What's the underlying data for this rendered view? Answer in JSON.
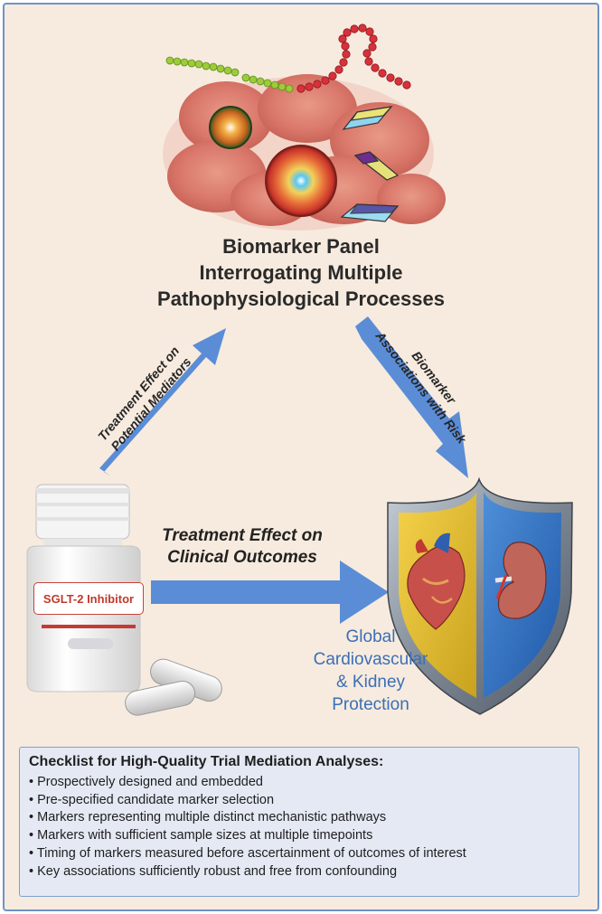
{
  "panel": {
    "title_lines": [
      "Biomarker Panel",
      "Interrogating Multiple",
      "Pathophysiological Processes"
    ]
  },
  "arrows": {
    "left_lines": [
      "Treatment Effect on",
      "Potential Mediators"
    ],
    "right_lines": [
      "Biomarker",
      "Associations with Risk"
    ],
    "center_lines": [
      "Treatment Effect on",
      "Clinical Outcomes"
    ]
  },
  "drug": {
    "label": "SGLT-2 Inhibitor"
  },
  "protection": {
    "lines": [
      "Global",
      "Cardiovascular",
      "& Kidney",
      "Protection"
    ]
  },
  "checklist": {
    "heading": "Checklist for High-Quality Trial Mediation Analyses:",
    "items": [
      "Prospectively designed and embedded",
      "Pre-specified candidate marker selection",
      "Markers representing multiple distinct mechanistic pathways",
      "Markers with sufficient sample sizes at multiple timepoints",
      "Timing of markers measured before ascertainment of outcomes of interest",
      "Key associations sufficiently robust and free from confounding"
    ]
  },
  "colors": {
    "arrow": "#5b8dd6",
    "frame": "#6f93c7",
    "background": "#f7ebdf",
    "drug_label": "#c0392b",
    "protection_text": "#3b6fb6"
  },
  "icons": [
    "red-blood-cells-icon",
    "protein-chain-icon",
    "cell-icon",
    "crystal-icon",
    "pill-bottle-icon",
    "pill-icon",
    "shield-icon",
    "heart-icon",
    "kidney-icon"
  ]
}
